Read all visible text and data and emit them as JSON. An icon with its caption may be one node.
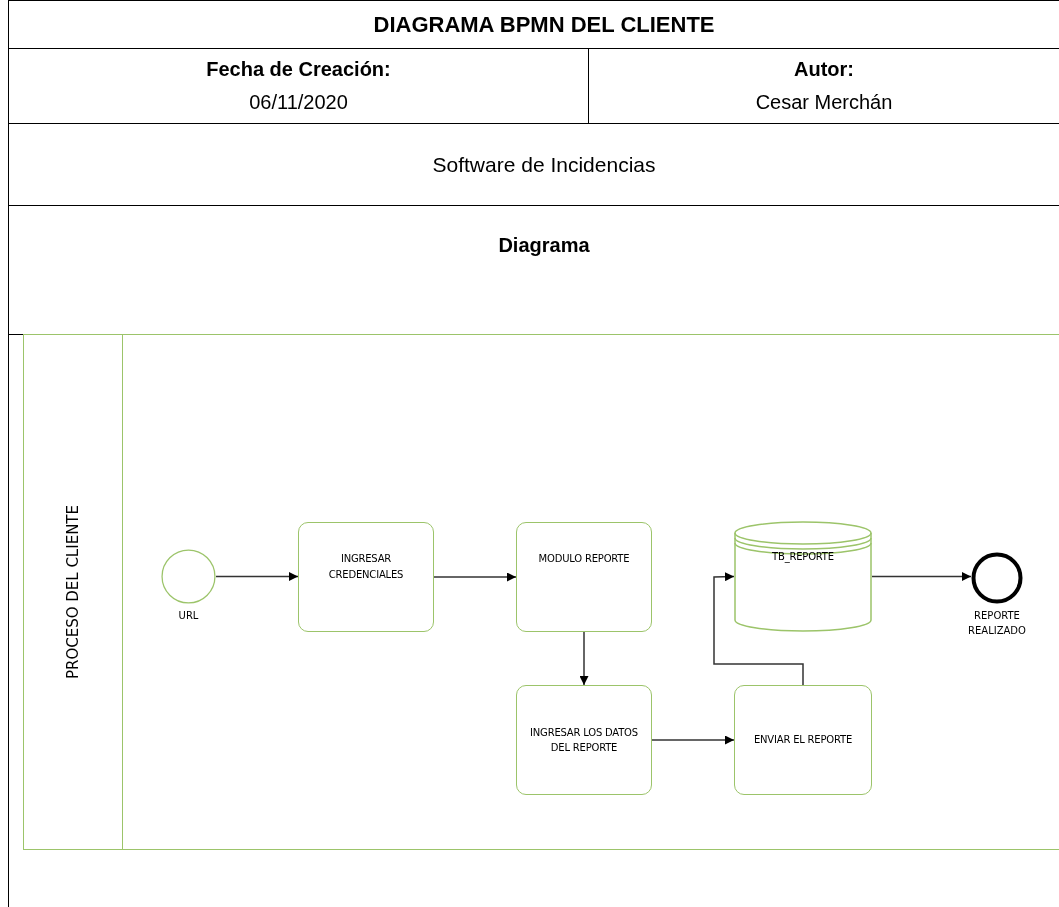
{
  "diagram": {
    "title": "DIAGRAMA BPMN DEL CLIENTE",
    "nodes": [
      {
        "text": [
          "PROCESO DEL CLIENTE"
        ]
      },
      {
        "text": [],
        "shape": "circle",
        "beside": [
          "URL"
        ],
        "in": 0
      },
      {
        "text": [
          "INGRESAR CREDENCIALES"
        ],
        "in": 0
      },
      {
        "text": [
          "MODULO REPORTE"
        ],
        "in": 0
      },
      {
        "text": [
          "TB_REPORTE"
        ],
        "in": 0
      },
      {
        "text": [],
        "shape": "circle",
        "beside": [
          "REPORTE REALIZADO"
        ],
        "in": 0
      },
      {
        "text": [
          "INGRESAR LOS DATOS DEL REPORTE"
        ],
        "in": 0
      },
      {
        "text": [
          "ENVIAR EL REPORTE"
        ],
        "in": 0
      }
    ],
    "edges": [
      {
        "from": 1,
        "to": 2,
        "arrow": "to"
      },
      {
        "from": 2,
        "to": 3,
        "arrow": "to"
      },
      {
        "from": 3,
        "to": 6,
        "arrow": "to"
      },
      {
        "from": 6,
        "to": 7,
        "arrow": "to"
      },
      {
        "from": 7,
        "to": 4,
        "arrow": "to"
      },
      {
        "from": 4,
        "to": 5,
        "arrow": "to"
      }
    ],
    "labels": [
      "Fecha de Creación:",
      "Autor:",
      "06/11/2020",
      "Cesar Merchán",
      "Software de Incidencias",
      "Diagrama"
    ]
  }
}
